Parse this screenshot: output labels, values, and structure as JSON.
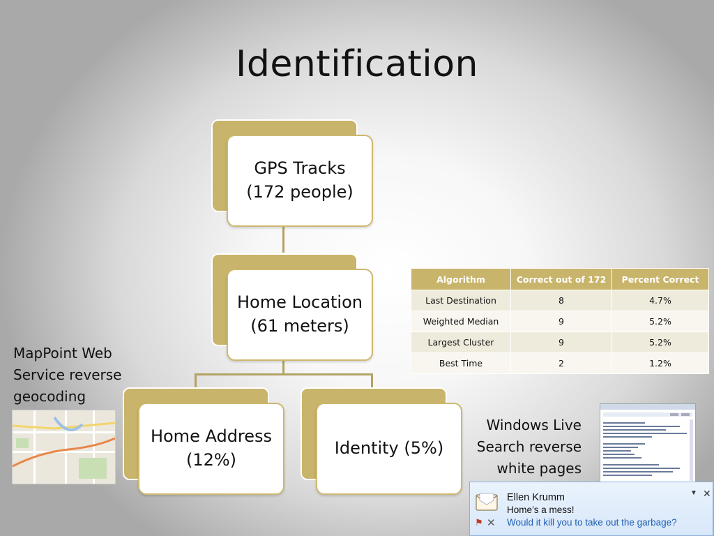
{
  "slide": {
    "title": "Identification"
  },
  "hierarchy": {
    "root": "GPS Tracks (172 people)",
    "middle": "Home Location (61 meters)",
    "left_leaf": "Home Address (12%)",
    "right_leaf": "Identity (5%)"
  },
  "side_notes": {
    "left_line1": "MapPoint Web",
    "left_line2": "Service reverse",
    "left_line3": "geocoding",
    "right_line1": "Windows Live",
    "right_line2": "Search reverse",
    "right_line3": "white pages"
  },
  "table": {
    "headers": [
      "Algorithm",
      "Correct out of 172",
      "Percent Correct"
    ],
    "rows": [
      [
        "Last Destination",
        "8",
        "4.7%"
      ],
      [
        "Weighted Median",
        "9",
        "5.2%"
      ],
      [
        "Largest Cluster",
        "9",
        "5.2%"
      ],
      [
        "Best Time",
        "2",
        "1.2%"
      ]
    ]
  },
  "notification": {
    "sender": "Ellen Krumm",
    "subject": "Home’s a mess!",
    "preview": "Would it kill you to take out the garbage?",
    "dropdown_glyph": "▼",
    "close_glyph": "✕"
  },
  "colors": {
    "accent_gold": "#c8b46a",
    "link_blue": "#1f5fb4"
  }
}
